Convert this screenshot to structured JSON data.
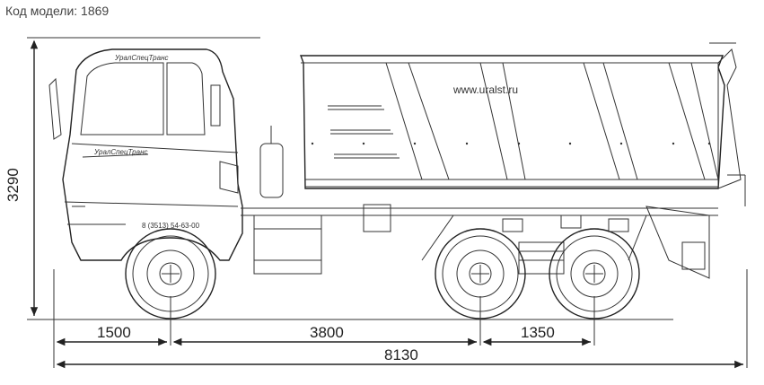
{
  "model_code": "Код модели: 1869",
  "website": "www.uralst.ru",
  "phone": "8 (3513) 54-63-00",
  "brand": "УралСпецТранс",
  "dimensions": {
    "height": "3290",
    "front_overhang": "1500",
    "wheelbase": "3800",
    "rear_axle_spacing": "1350",
    "total_length": "8130"
  }
}
